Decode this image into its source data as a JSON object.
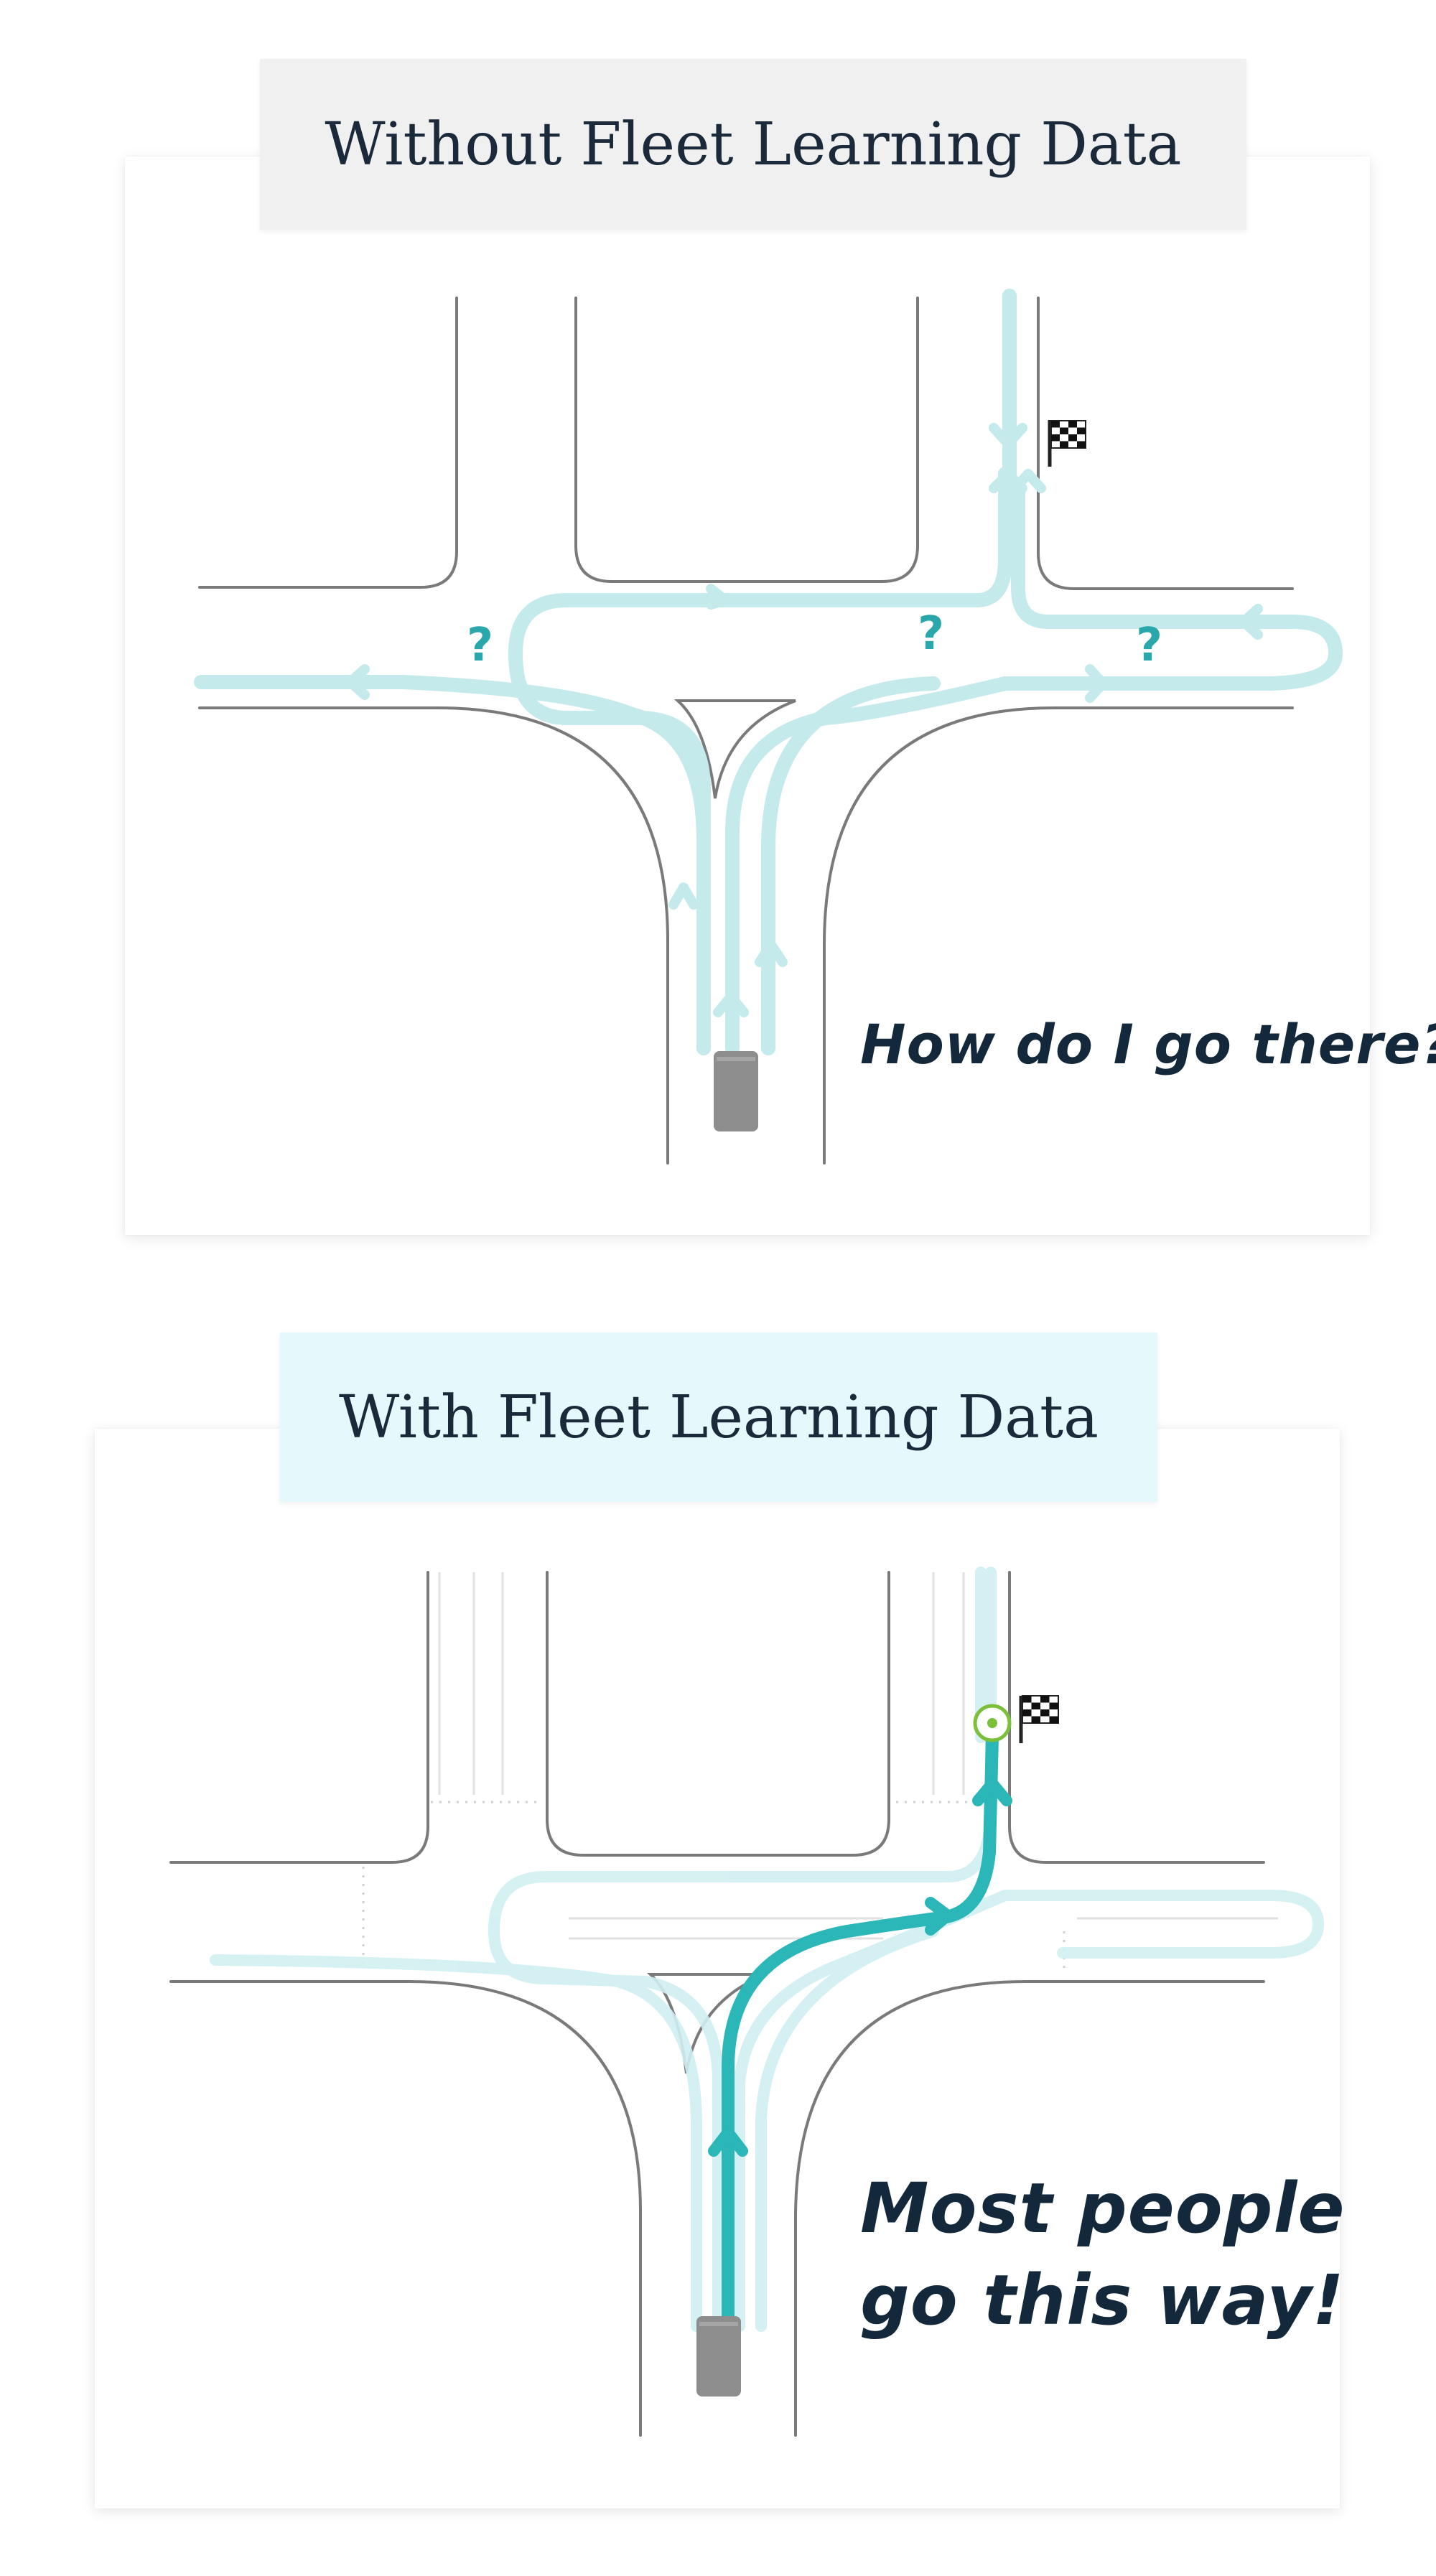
{
  "top_panel": {
    "title": "Without Fleet Learning Data",
    "caption": "How do I go there?",
    "question_marks": [
      "?",
      "?",
      "?"
    ]
  },
  "bottom_panel": {
    "title": "With Fleet Learning Data",
    "caption_line1": "Most people",
    "caption_line2": "go this way!"
  },
  "colors": {
    "road_edge": "#7a7a7a",
    "faint_path": "#c4eaec",
    "main_path": "#2bb6b8",
    "question": "#2aa7aa",
    "car": "#8d8d8d",
    "goal_ring": "#7bbf3a",
    "text": "#1b2a3a"
  },
  "icons": [
    "checkered-flag-icon",
    "car-icon",
    "goal-marker-icon",
    "arrow-chevron-icon"
  ]
}
